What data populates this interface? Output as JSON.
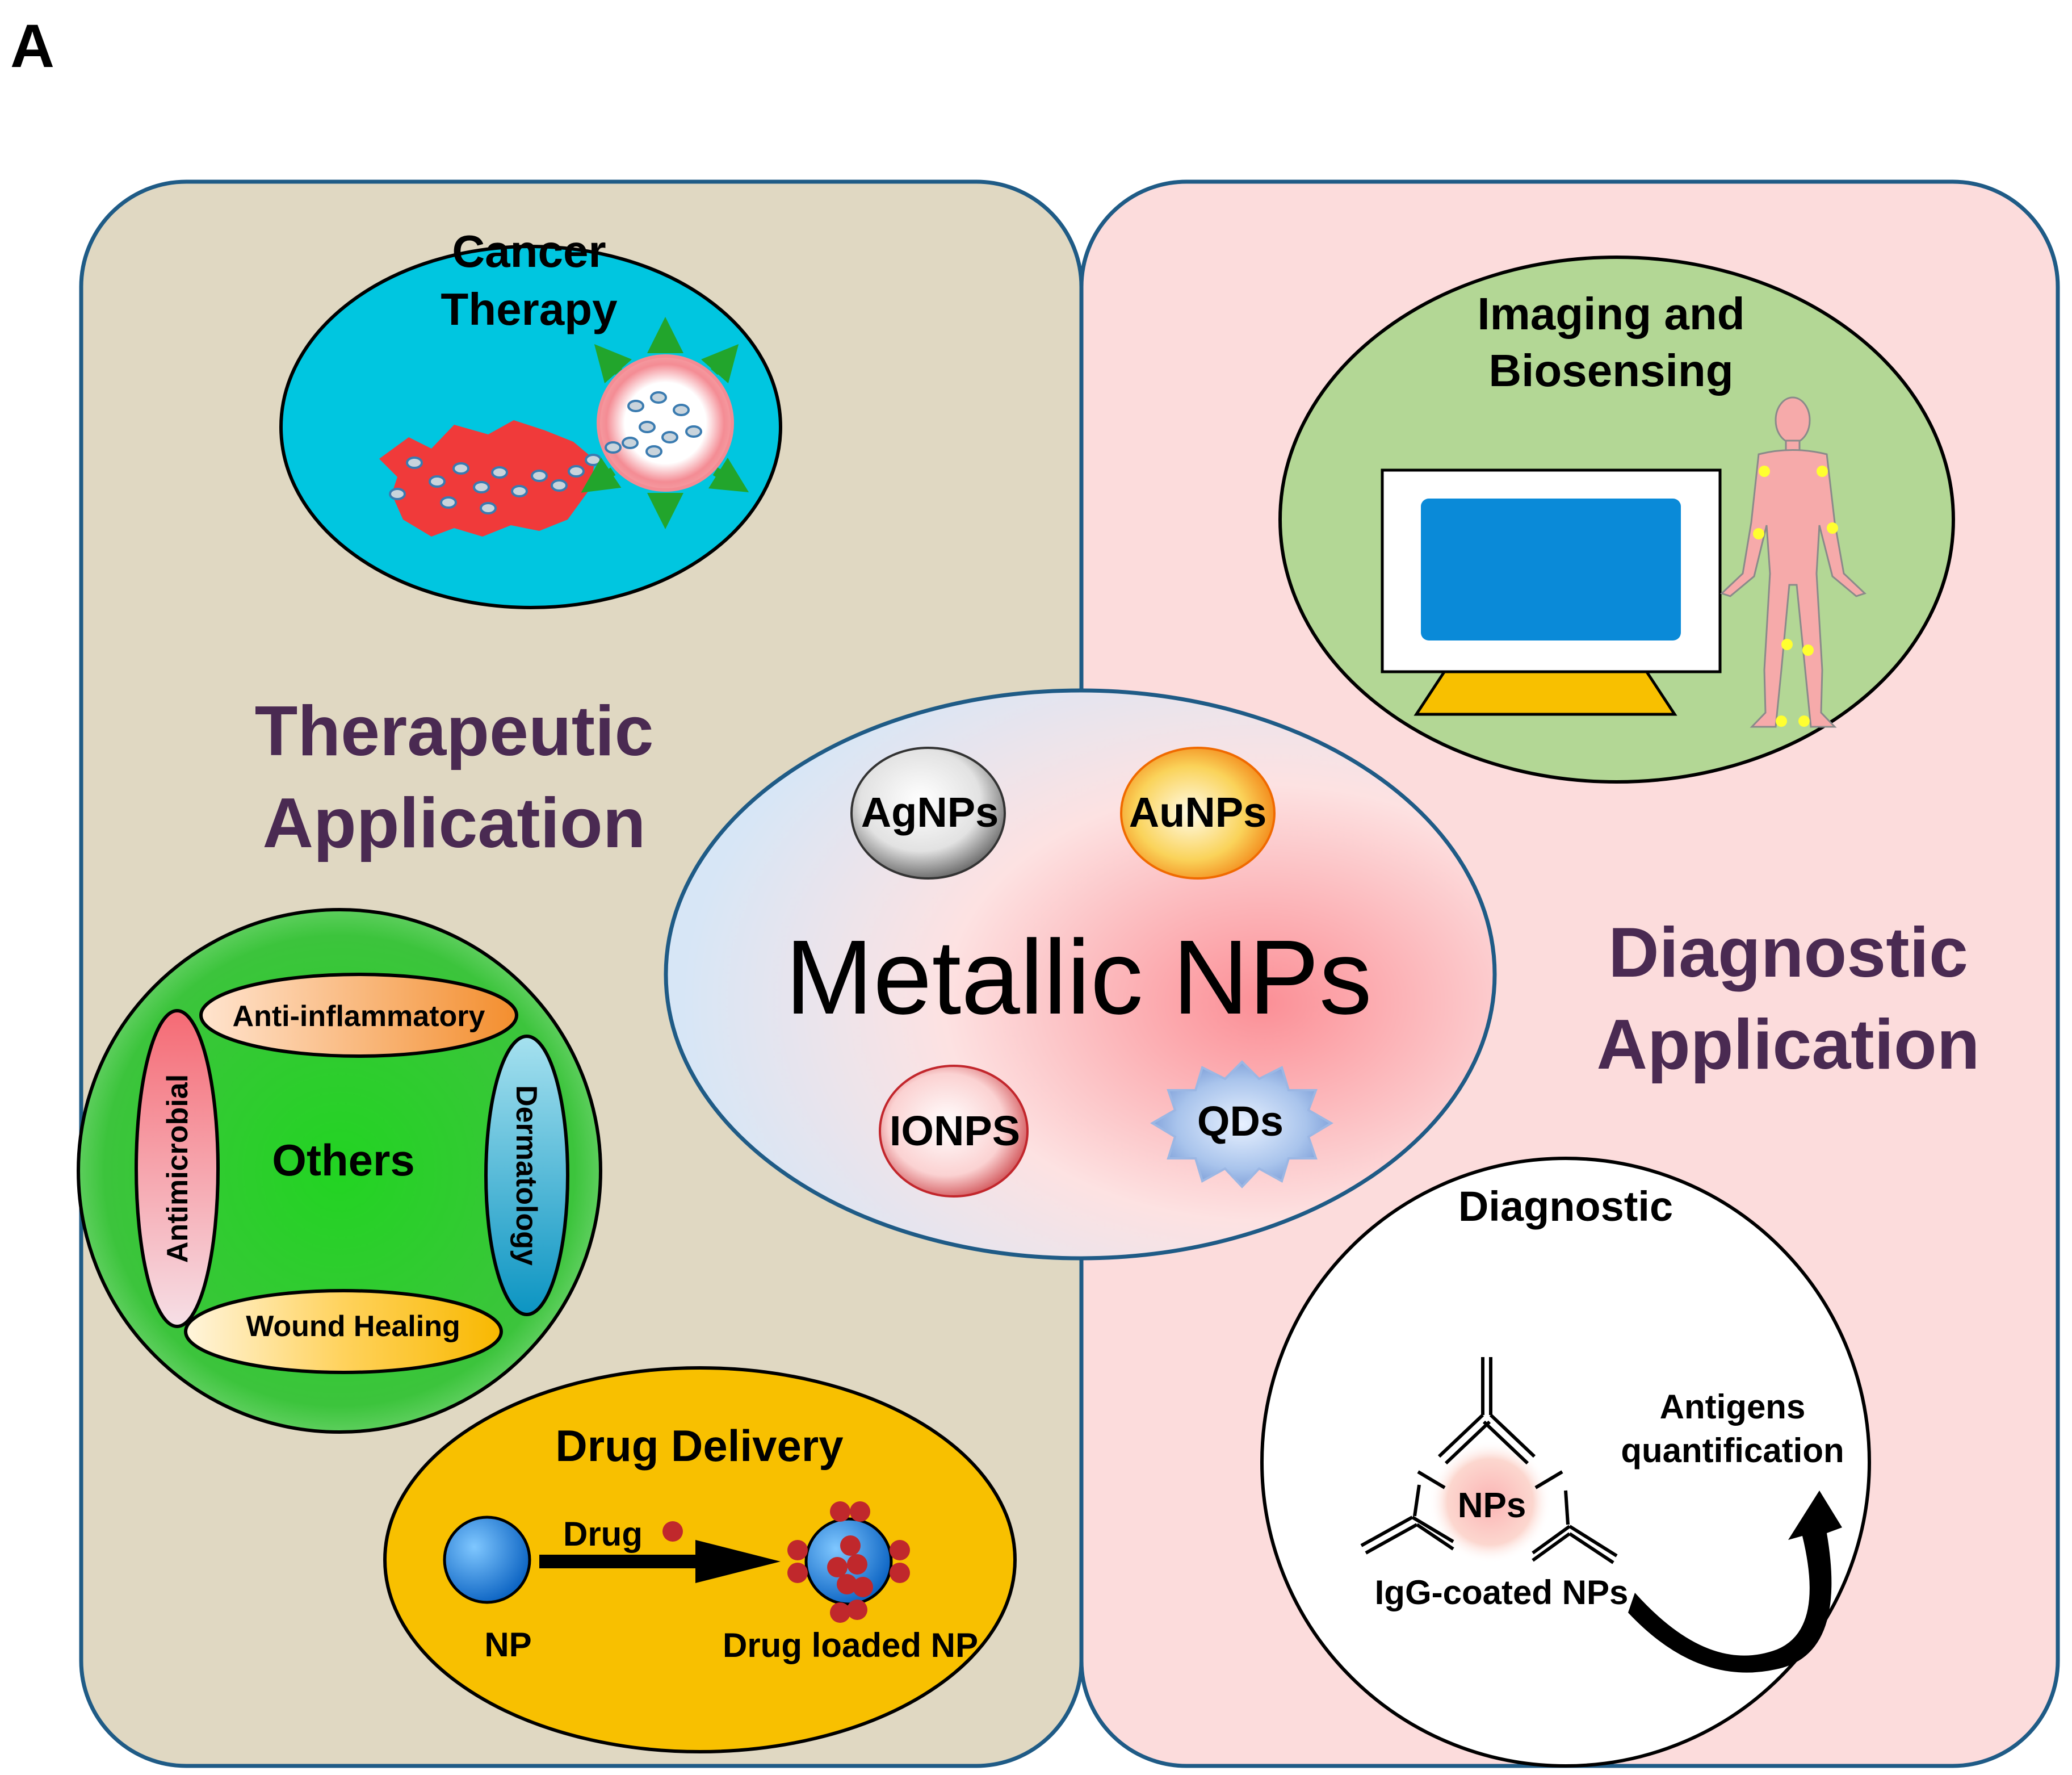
{
  "panel_label": "A",
  "therapeutic": {
    "title_line1": "Therapeutic",
    "title_line2": "Application",
    "cancer": {
      "line1": "Cancer",
      "line2": "Therapy"
    },
    "others": {
      "center": "Others",
      "anti_inflammatory": "Anti-inflammatory",
      "antimicrobial": "Antimicrobial",
      "dermatology": "Dermatology",
      "wound_healing": "Wound Healing"
    },
    "drug_delivery": {
      "title": "Drug Delivery",
      "drug": "Drug",
      "np": "NP",
      "loaded": "Drug loaded NP"
    }
  },
  "diagnostic": {
    "title_line1": "Diagnostic",
    "title_line2": "Application",
    "imaging": {
      "line1": "Imaging and",
      "line2": "Biosensing"
    },
    "diag_circle": {
      "title": "Diagnostic",
      "nps": "NPs",
      "igg": "IgG-coated NPs",
      "antigens_line1": "Antigens",
      "antigens_line2": "quantification"
    }
  },
  "center": {
    "title": "Metallic NPs",
    "agnps": "AgNPs",
    "aunps": "AuNPs",
    "ionps": "IONPS",
    "qds": "QDs"
  },
  "colors": {
    "therapeutic_bg": "#e0d8c2",
    "diagnostic_bg": "#fcdcdc",
    "border": "#1f5b86",
    "title_purple": "#4a2a52",
    "cancer_bg": "#00c6e0",
    "others_bg": "#3cc43c",
    "drug_bg": "#f8c000",
    "imaging_bg": "#b3d795",
    "monitor_screen": "#0a8ad8"
  }
}
